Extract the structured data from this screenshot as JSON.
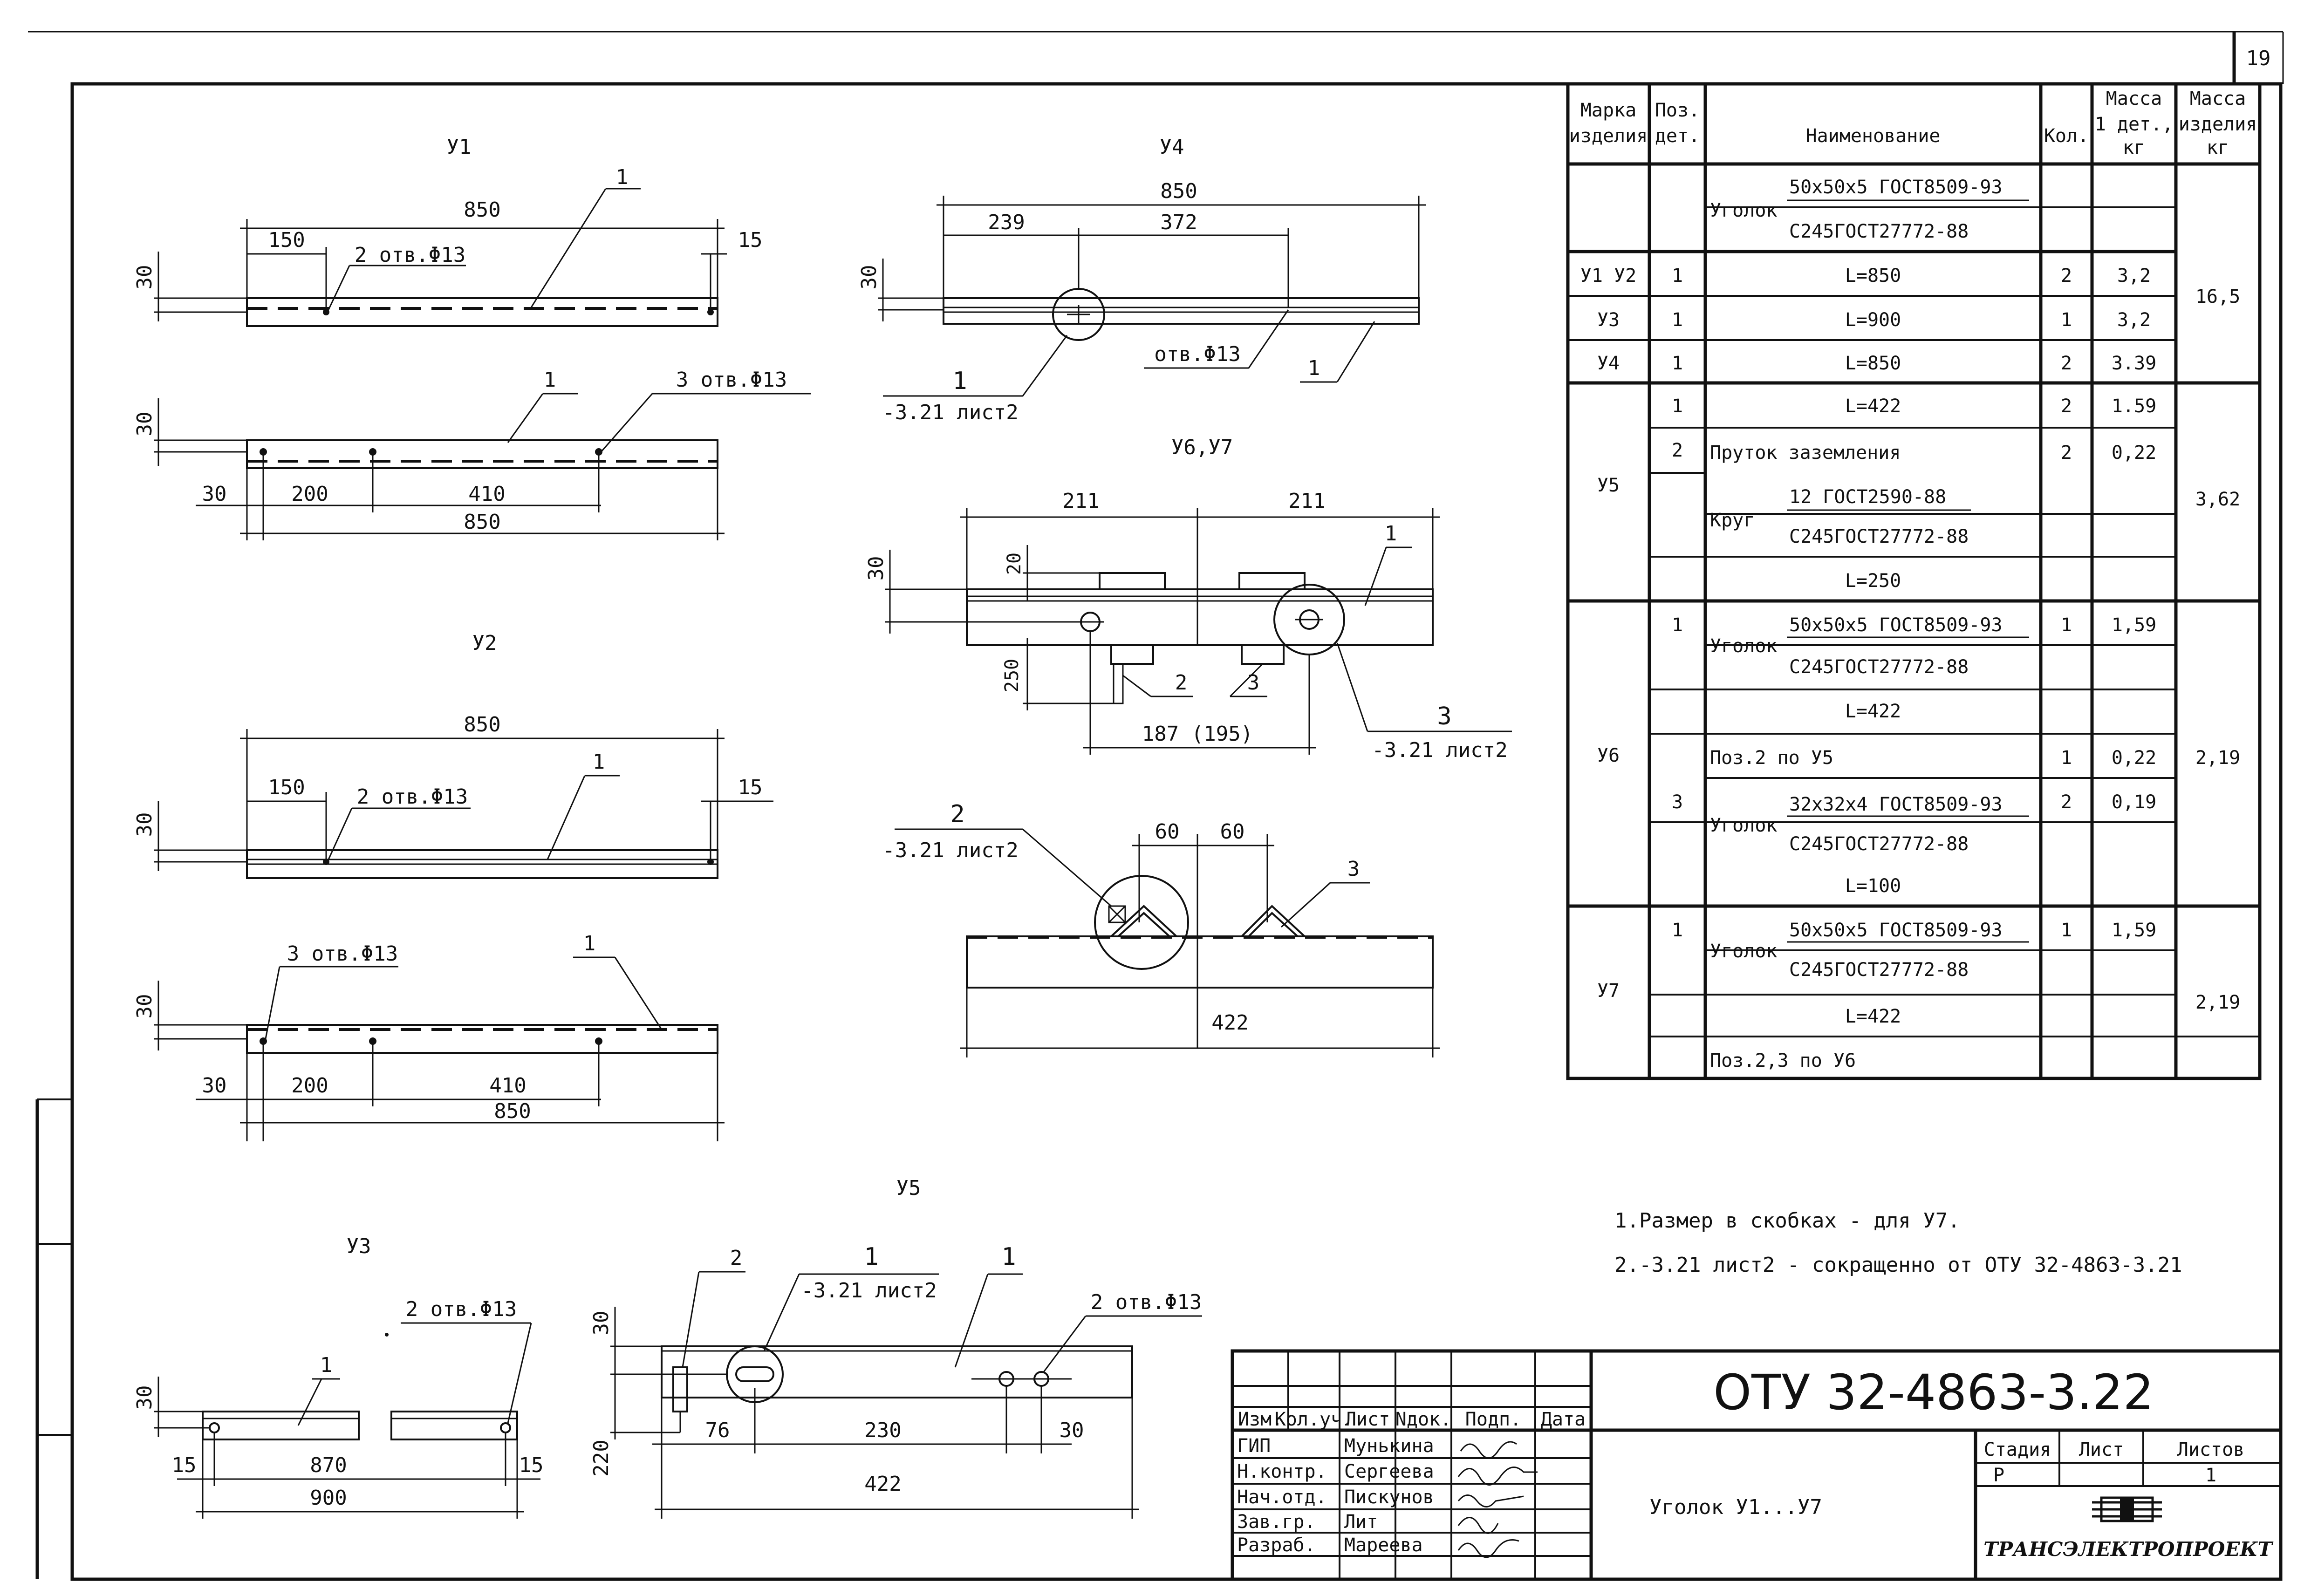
{
  "sheet": {
    "number": "19"
  },
  "views": {
    "u1": {
      "title": "У1",
      "len": "850",
      "d150": "150",
      "d15": "15",
      "holes": "2 отв.Φ13",
      "h30": "30",
      "pos": "1",
      "b_holes": "3 отв.Φ13",
      "b30": "30",
      "b200": "200",
      "b410": "410",
      "b850": "850",
      "b_h30": "30",
      "b_pos": "1"
    },
    "u4": {
      "title": "У4",
      "len": "850",
      "d239": "239",
      "d372": "372",
      "h30": "30",
      "pos1": "1",
      "ref": "-3.21 лист2",
      "holes": "отв.Φ13",
      "pos2": "1"
    },
    "u67": {
      "title": "У6,У7",
      "d211a": "211",
      "d211b": "211",
      "h30": "30",
      "h20": "20",
      "h250": "250",
      "d187": "187 (195)",
      "pos1": "1",
      "pos2": "2",
      "pos3": "3",
      "pos3b": "3",
      "ref": "-3.21 лист2"
    },
    "u67b": {
      "pos2": "2",
      "ref": "-3.21 лист2",
      "d60a": "60",
      "d60b": "60",
      "pos3": "3",
      "len": "422"
    },
    "u2": {
      "title": "У2",
      "len": "850",
      "d150": "150",
      "d15": "15",
      "holes": "2 отв.Φ13",
      "h30": "30",
      "pos": "1",
      "b_holes": "3 отв.Φ13",
      "b_pos": "1",
      "b_h30": "30",
      "b30": "30",
      "b200": "200",
      "b410": "410",
      "b850": "850"
    },
    "u5": {
      "title": "У5",
      "pos2": "2",
      "pos1": "1",
      "ref": "-3.21 лист2",
      "pos1b": "1",
      "holes": "2 отв.Φ13",
      "h30": "30",
      "h220": "220",
      "d76": "76",
      "d230": "230",
      "d30": "30",
      "len": "422"
    },
    "u3": {
      "title": "У3",
      "holes": "2 отв.Φ13",
      "pos": "1",
      "h30": "30",
      "d15a": "15",
      "d870": "870",
      "d15b": "15",
      "d900": "900"
    }
  },
  "spec_table": {
    "headers": {
      "mark": [
        "Марка",
        "изделия"
      ],
      "pos": [
        "Поз.",
        "дет."
      ],
      "name": "Наименование",
      "qty": "Кол.",
      "mass1": [
        "Масса",
        "1 дет.,",
        "кг"
      ],
      "mass_item": [
        "Масса",
        "изделия",
        "кг"
      ]
    },
    "rows": {
      "r1_name_a": "Уголок",
      "r1_std": "50х50х5 ГОСТ8509-93",
      "r1_steel": "С245ГОСТ27772-88",
      "u12_mark": "У1 У2",
      "u12_pos": "1",
      "u12_len": "L=850",
      "u12_qty": "2",
      "u12_m": "3,2",
      "u3_mark": "У3",
      "u3_pos": "1",
      "u3_len": "L=900",
      "u3_qty": "1",
      "u3_m": "3,2",
      "u4_mark": "У4",
      "u4_pos": "1",
      "u4_len": "L=850",
      "u4_qty": "2",
      "u4_m": "3.39",
      "u1_4_mass": "16,5",
      "u5_mark": "У5",
      "u5_pos1": "1",
      "u5_len1": "L=422",
      "u5_qty1": "2",
      "u5_m1": "1.59",
      "u5_pos2": "2",
      "u5_name2": "Пруток заземления",
      "u5_qty2": "2",
      "u5_m2": "0,22",
      "u5_krug": "Круг",
      "u5_std": "12 ГОСТ2590-88",
      "u5_steel": "С245ГОСТ27772-88",
      "u5_len2": "L=250",
      "u5_mass": "3,62",
      "u6_mark": "У6",
      "u6_pos1": "1",
      "u6_name1": "Уголок",
      "u6_std1": "50х50х5 ГОСТ8509-93",
      "u6_steel1": "С245ГОСТ27772-88",
      "u6_qty1": "1",
      "u6_m1": "1,59",
      "u6_len1": "L=422",
      "u6_ref": "Поз.2 по У5",
      "u6_qty_ref": "1",
      "u6_m_ref": "0,22",
      "u6_pos3": "3",
      "u6_name3": "Уголок",
      "u6_std3": "32х32х4 ГОСТ8509-93",
      "u6_steel3": "С245ГОСТ27772-88",
      "u6_qty3": "2",
      "u6_m3": "0,19",
      "u6_len3": "L=100",
      "u6_mass": "2,19",
      "u7_mark": "У7",
      "u7_pos1": "1",
      "u7_name1": "Уголок",
      "u7_std1": "50х50х5 ГОСТ8509-93",
      "u7_steel1": "С245ГОСТ27772-88",
      "u7_qty1": "1",
      "u7_m1": "1,59",
      "u7_len1": "L=422",
      "u7_ref": "Поз.2,3 по У6",
      "u7_mass": "2,19"
    }
  },
  "notes": [
    "1.Размер в скобках - для У7.",
    "2.-3.21 лист2 - сокращенно от ОТУ 32-4863-3.21"
  ],
  "title_block": {
    "code": "ОТУ 32-4863-3.22",
    "sheet_title": "Уголок У1...У7",
    "col_izm": "Изм.",
    "col_kol": "Кол.уч.",
    "col_list": "Лист",
    "col_ndok": "Nдок.",
    "col_podp": "Подп.",
    "col_data": "Дата",
    "roles": [
      {
        "role": "ГИП",
        "name": "Мунькина"
      },
      {
        "role": "Н.контр.",
        "name": "Сергеева"
      },
      {
        "role": "Нач.отд.",
        "name": "Пискунов"
      },
      {
        "role": "Зав.гр.",
        "name": "Лит"
      },
      {
        "role": "Разраб.",
        "name": "Мареева"
      }
    ],
    "stage_h": "Стадия",
    "list_h": "Лист",
    "lists_h": "Листов",
    "stage": "Р",
    "list": "",
    "lists": "1",
    "org": "ТРАНСЭЛЕКТРОПРОЕКТ"
  }
}
